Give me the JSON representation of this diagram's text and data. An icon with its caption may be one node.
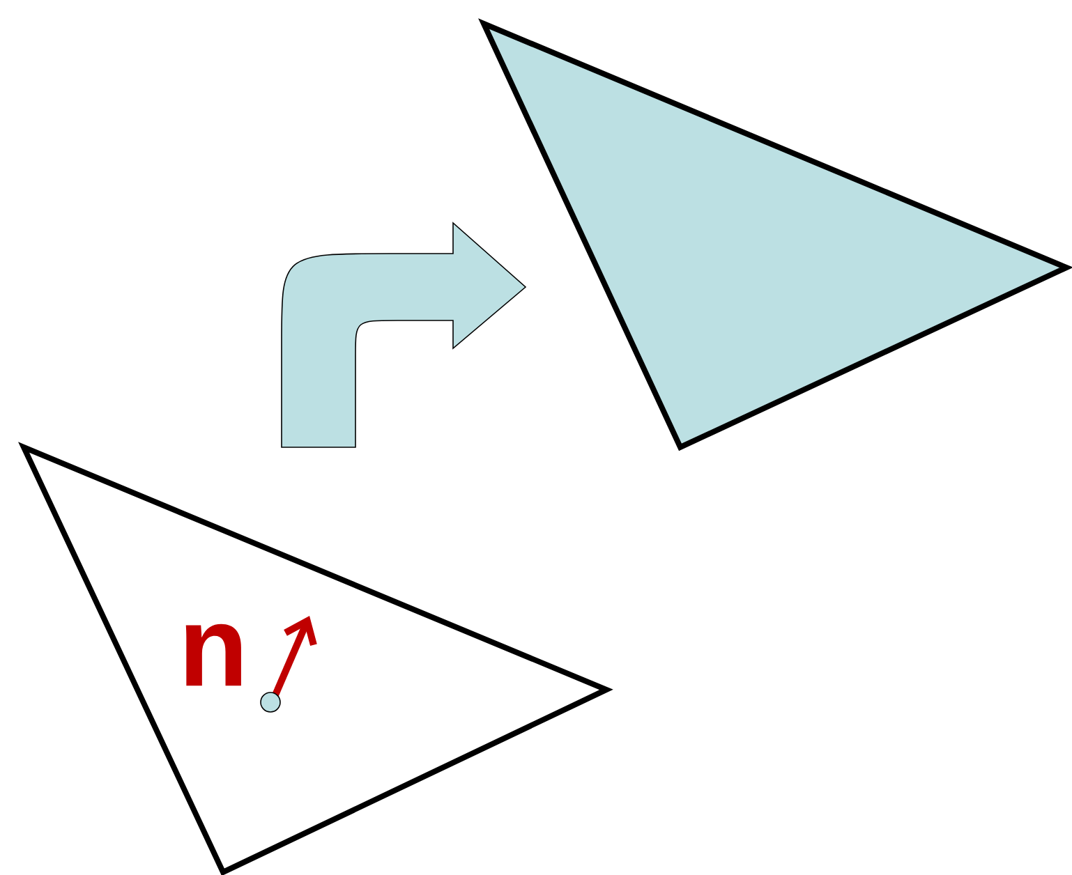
{
  "diagram": {
    "nodes": [
      {
        "text": [],
        "shape": "triangle"
      },
      {
        "text": [],
        "shape": "triangle"
      }
    ],
    "edges": [
      {
        "from": 0,
        "to": 1,
        "arrow": "to"
      }
    ],
    "labels": [
      "n"
    ]
  }
}
